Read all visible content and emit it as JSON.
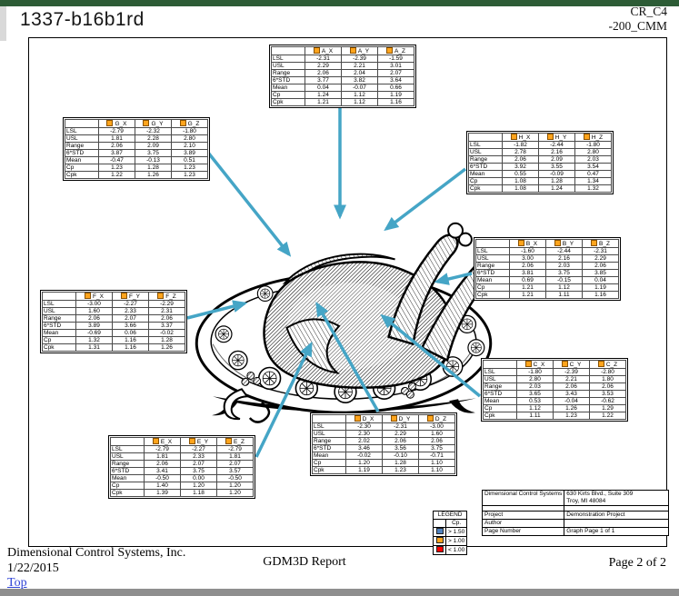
{
  "header": {
    "title": "1337-b16b1rd",
    "right_line1": "CR_C4",
    "right_line2": "-200_CMM"
  },
  "stat_row_labels": [
    "LSL",
    "USL",
    "Range",
    "6*STD",
    "Mean",
    "Cp",
    "Cpk"
  ],
  "stats_tables": [
    {
      "id": "A",
      "columns": [
        "A_X",
        "A_Y",
        "A_Z"
      ],
      "values": [
        [
          "-2.31",
          "-2.39",
          "-1.59"
        ],
        [
          "2.29",
          "2.21",
          "3.01"
        ],
        [
          "2.06",
          "2.04",
          "2.07"
        ],
        [
          "3.77",
          "3.82",
          "3.64"
        ],
        [
          "0.04",
          "-0.07",
          "0.66"
        ],
        [
          "1.24",
          "1.12",
          "1.19"
        ],
        [
          "1.21",
          "1.12",
          "1.16"
        ]
      ]
    },
    {
      "id": "G",
      "columns": [
        "G_X",
        "G_Y",
        "G_Z"
      ],
      "values": [
        [
          "-2.79",
          "-2.32",
          "-1.80"
        ],
        [
          "1.81",
          "2.28",
          "2.80"
        ],
        [
          "2.06",
          "2.09",
          "2.10"
        ],
        [
          "3.87",
          "3.75",
          "3.89"
        ],
        [
          "-0.47",
          "-0.13",
          "0.51"
        ],
        [
          "1.23",
          "1.28",
          "1.23"
        ],
        [
          "1.22",
          "1.26",
          "1.23"
        ]
      ]
    },
    {
      "id": "H",
      "columns": [
        "H_X",
        "H_Y",
        "H_Z"
      ],
      "values": [
        [
          "-1.82",
          "-2.44",
          "-1.80"
        ],
        [
          "2.78",
          "2.16",
          "2.80"
        ],
        [
          "2.06",
          "2.09",
          "2.03"
        ],
        [
          "3.92",
          "3.55",
          "3.54"
        ],
        [
          "0.55",
          "-0.09",
          "0.47"
        ],
        [
          "1.08",
          "1.28",
          "1.34"
        ],
        [
          "1.08",
          "1.24",
          "1.32"
        ]
      ]
    },
    {
      "id": "B",
      "columns": [
        "B_X",
        "B_Y",
        "B_Z"
      ],
      "values": [
        [
          "-1.60",
          "-2.44",
          "-2.31"
        ],
        [
          "3.00",
          "2.16",
          "2.29"
        ],
        [
          "2.06",
          "2.03",
          "2.06"
        ],
        [
          "3.81",
          "3.75",
          "3.85"
        ],
        [
          "0.69",
          "-0.15",
          "0.04"
        ],
        [
          "1.21",
          "1.12",
          "1.19"
        ],
        [
          "1.21",
          "1.11",
          "1.16"
        ]
      ]
    },
    {
      "id": "F",
      "columns": [
        "F_X",
        "F_Y",
        "F_Z"
      ],
      "values": [
        [
          "-3.00",
          "-2.27",
          "-2.29"
        ],
        [
          "1.60",
          "2.33",
          "2.31"
        ],
        [
          "2.06",
          "2.07",
          "2.06"
        ],
        [
          "3.89",
          "3.66",
          "3.37"
        ],
        [
          "-0.69",
          "0.06",
          "-0.02"
        ],
        [
          "1.32",
          "1.16",
          "1.28"
        ],
        [
          "1.31",
          "1.16",
          "1.26"
        ]
      ]
    },
    {
      "id": "C",
      "columns": [
        "C_X",
        "C_Y",
        "C_Z"
      ],
      "values": [
        [
          "-1.80",
          "-2.39",
          "-2.80"
        ],
        [
          "2.80",
          "2.21",
          "1.80"
        ],
        [
          "2.03",
          "2.06",
          "2.06"
        ],
        [
          "3.65",
          "3.43",
          "3.53"
        ],
        [
          "0.53",
          "-0.04",
          "-0.62"
        ],
        [
          "1.12",
          "1.26",
          "1.29"
        ],
        [
          "1.11",
          "1.23",
          "1.22"
        ]
      ]
    },
    {
      "id": "D",
      "columns": [
        "D_X",
        "D_Y",
        "D_Z"
      ],
      "values": [
        [
          "-2.30",
          "-2.31",
          "-3.00"
        ],
        [
          "2.30",
          "2.29",
          "1.60"
        ],
        [
          "2.02",
          "2.06",
          "2.06"
        ],
        [
          "3.46",
          "3.56",
          "3.75"
        ],
        [
          "-0.02",
          "-0.10",
          "-0.71"
        ],
        [
          "1.20",
          "1.28",
          "1.10"
        ],
        [
          "1.19",
          "1.23",
          "1.10"
        ]
      ]
    },
    {
      "id": "E",
      "columns": [
        "E_X",
        "E_Y",
        "E_Z"
      ],
      "values": [
        [
          "-2.79",
          "-2.27",
          "-2.79"
        ],
        [
          "1.81",
          "2.33",
          "1.81"
        ],
        [
          "2.06",
          "2.07",
          "2.07"
        ],
        [
          "3.41",
          "3.75",
          "3.57"
        ],
        [
          "-0.50",
          "0.00",
          "-0.50"
        ],
        [
          "1.40",
          "1.20",
          "1.20"
        ],
        [
          "1.39",
          "1.18",
          "1.20"
        ]
      ]
    }
  ],
  "legend": {
    "title": "LEGEND",
    "header": "Cp.",
    "rows": [
      {
        "label": "> 1.50",
        "color": "#4f81bd"
      },
      {
        "label": "> 1.00",
        "color": "#ffa41c"
      },
      {
        "label": "< 1.00",
        "color": "#ff0000"
      }
    ]
  },
  "info": {
    "company": "Dimensional Control Systems",
    "address1": "630 Kirts Blvd., Suite 309",
    "address2": "Troy, MI 48084",
    "project_label": "Project",
    "project_value": "Demonstration Project",
    "author_label": "Author",
    "author_value": "",
    "page_number_label": "Page Number",
    "page_number_value": "Graph Page 1 of 1"
  },
  "footer": {
    "company": "Dimensional Control Systems, Inc.",
    "date": "1/22/2015",
    "top_link": "Top",
    "report_name": "GDM3D Report",
    "page_label": "Page 2 of 2"
  },
  "colors": {
    "arrow_blue": "#45a5c6",
    "header_square_orange": "#ffa41c",
    "top_bar_green": "#2d5c36"
  }
}
